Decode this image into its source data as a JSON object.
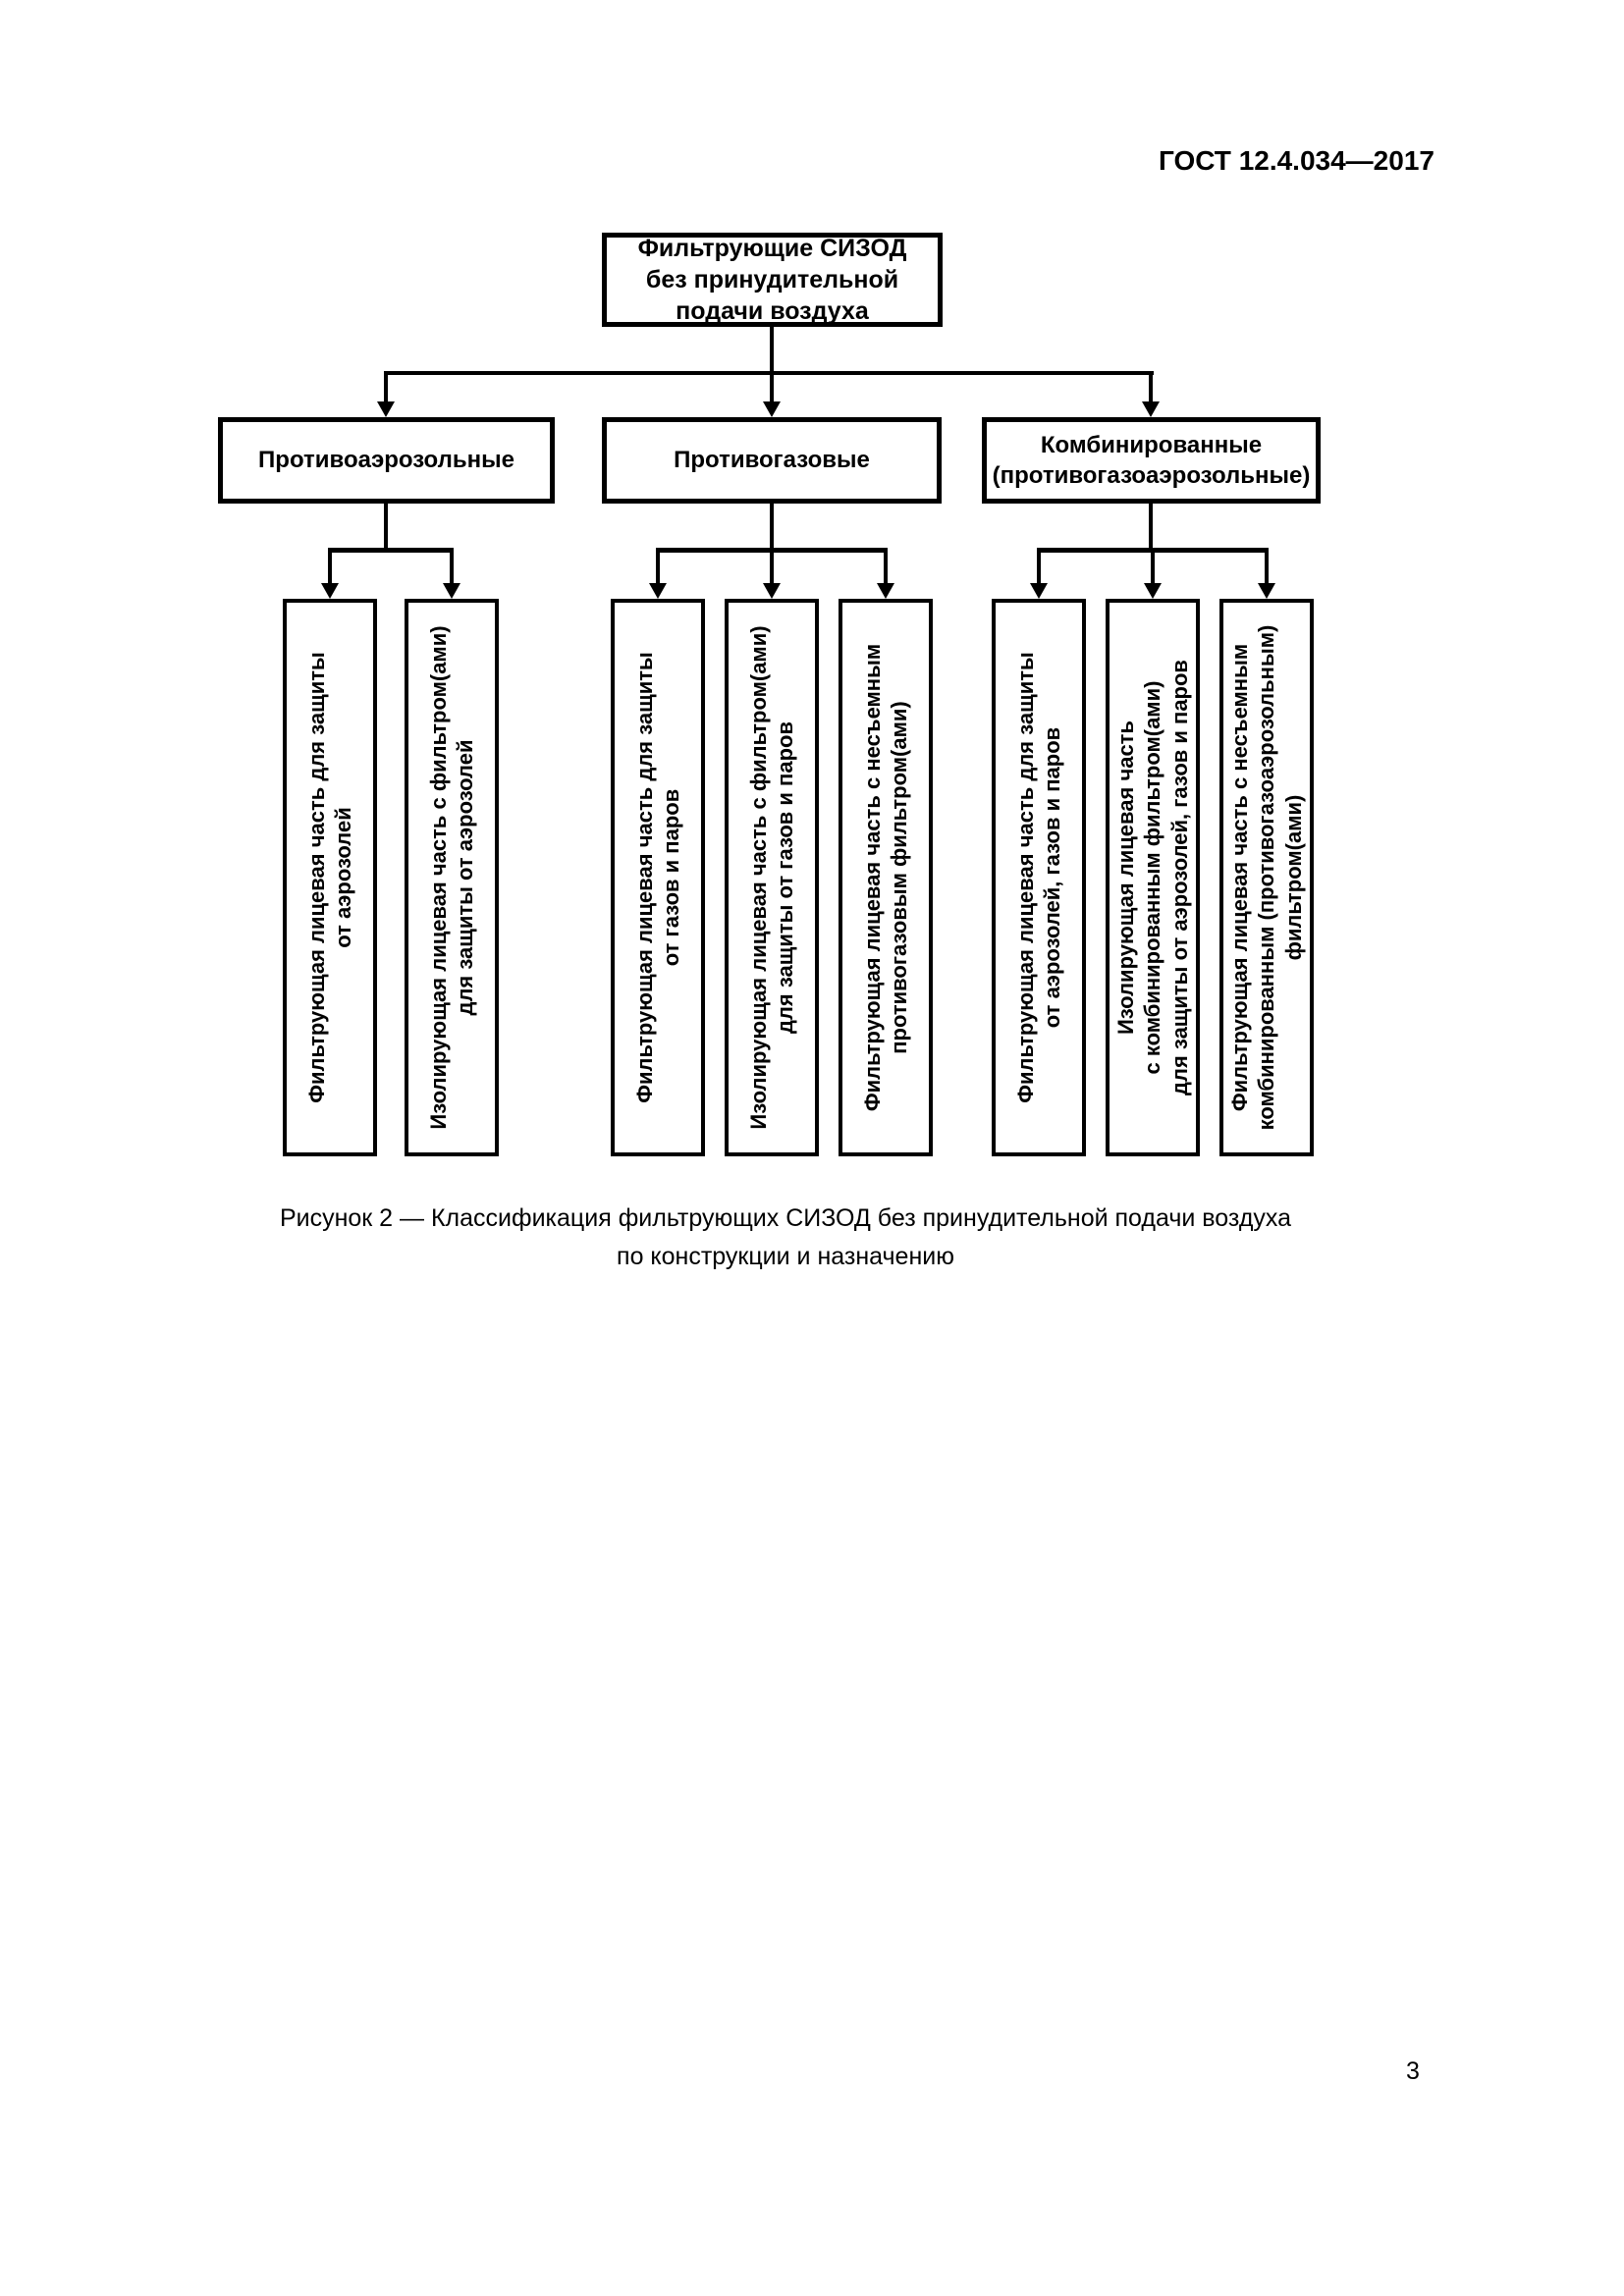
{
  "page": {
    "header": "ГОСТ 12.4.034—2017",
    "page_number": "3",
    "caption_lines": [
      "Рисунок 2 — Классификация фильтрующих СИЗОД без принудительной подачи воздуха",
      "по конструкции и назначению"
    ]
  },
  "colors": {
    "ink": "#000000",
    "paper": "#ffffff"
  },
  "diagram": {
    "root": {
      "label_lines": [
        "Фильтрующие СИЗОД",
        "без принудительной",
        "подачи воздуха"
      ]
    },
    "branches": [
      {
        "label_lines": [
          "Противоаэрозольные"
        ],
        "leaves": [
          {
            "label_lines": [
              "Фильтрующая лицевая часть для защиты",
              "от аэрозолей"
            ]
          },
          {
            "label_lines": [
              "Изолирующая лицевая часть с фильтром(ами)",
              "для защиты от аэрозолей"
            ]
          }
        ]
      },
      {
        "label_lines": [
          "Противогазовые"
        ],
        "leaves": [
          {
            "label_lines": [
              "Фильтрующая лицевая часть для защиты",
              "от газов и паров"
            ]
          },
          {
            "label_lines": [
              "Изолирующая лицевая часть с фильтром(ами)",
              "для защиты от газов и паров"
            ]
          },
          {
            "label_lines": [
              "Фильтрующая лицевая часть с несъемным",
              "противогазовым фильтром(ами)"
            ]
          }
        ]
      },
      {
        "label_lines": [
          "Комбинированные",
          "(противогазоаэрозольные)"
        ],
        "leaves": [
          {
            "label_lines": [
              "Фильтрующая лицевая часть для защиты",
              "от аэрозолей, газов и паров"
            ]
          },
          {
            "label_lines": [
              "Изолирующая лицевая часть",
              "с комбинированным фильтром(ами)",
              "для защиты от аэрозолей, газов и паров"
            ]
          },
          {
            "label_lines": [
              "Фильтрующая лицевая часть с несъемным",
              "комбинированным (противогазоаэрозольным)",
              "фильтром(ами)"
            ]
          }
        ]
      }
    ]
  }
}
